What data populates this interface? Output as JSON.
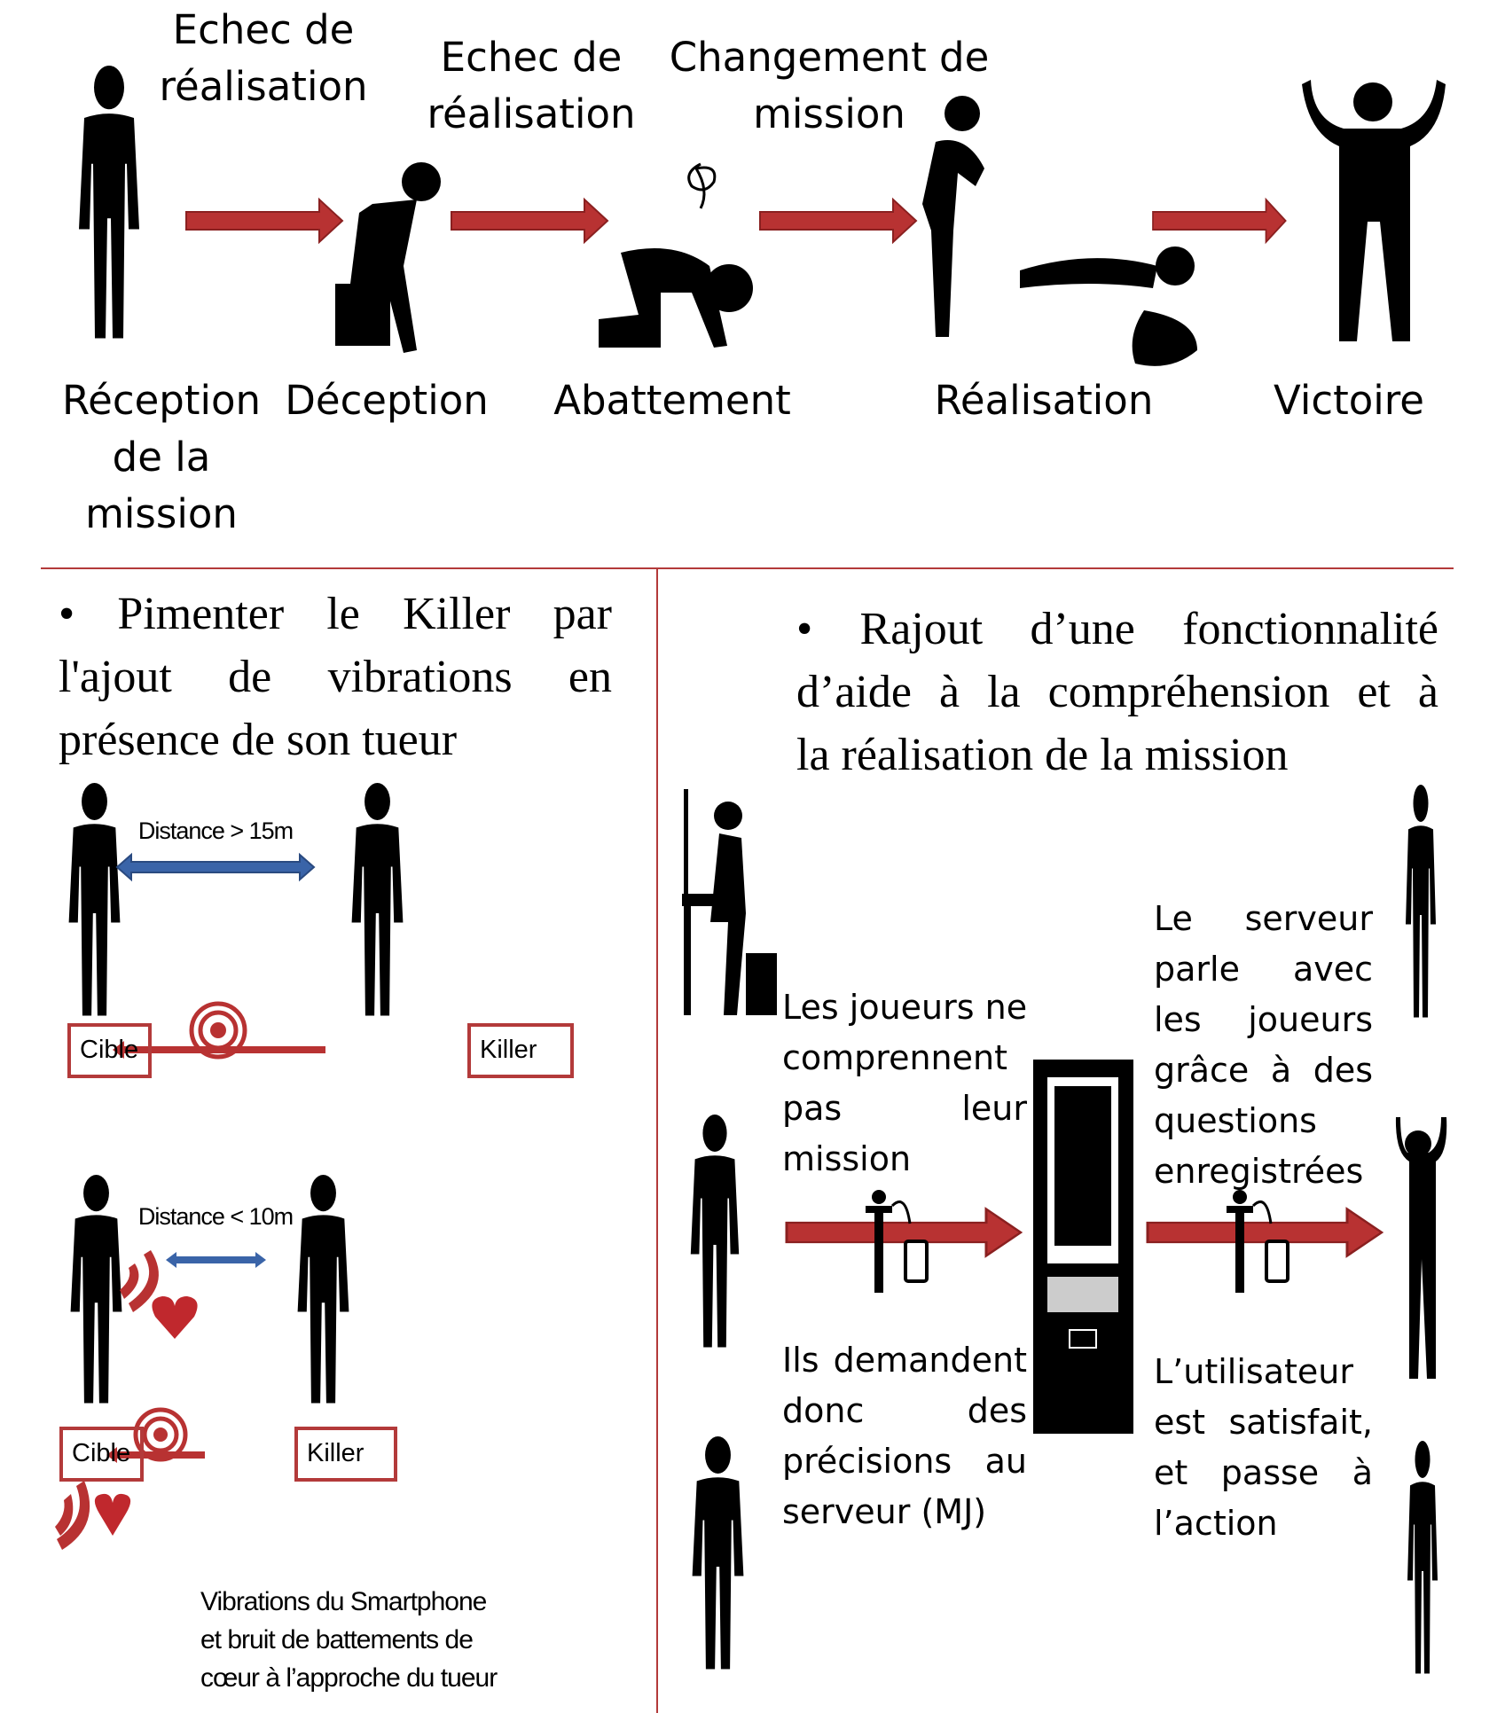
{
  "colors": {
    "arrow_red": "#b83232",
    "arrow_blue": "#3a64a8",
    "divider": "#b33a3a",
    "figure": "#000000"
  },
  "top": {
    "steps_above": [
      {
        "lines": [
          "Echec de",
          "réalisation"
        ]
      },
      {
        "lines": [
          "Echec de",
          "réalisation"
        ]
      },
      {
        "lines": [
          "Changement de",
          "mission"
        ]
      }
    ],
    "stages": [
      {
        "lines": [
          "Réception",
          "de la",
          "mission"
        ]
      },
      {
        "lines": [
          "Déception"
        ]
      },
      {
        "lines": [
          "Abattement"
        ]
      },
      {
        "lines": [
          "Réalisation"
        ]
      },
      {
        "lines": [
          "Victoire"
        ]
      }
    ]
  },
  "left": {
    "title_lines": [
      "• Pimenter le Killer par",
      "l'ajout de vibrations en",
      "présence de son tueur"
    ],
    "scene1": {
      "distance": "Distance > 15m",
      "target": "Cible",
      "killer": "Killer"
    },
    "scene2": {
      "distance": "Distance < 10m",
      "target": "Cible",
      "killer": "Killer"
    },
    "legend_lines": [
      "Vibrations du Smartphone",
      "et bruit de battements de",
      "cœur à l’approche du tueur"
    ]
  },
  "right": {
    "title_lines": [
      "• Rajout d’une fonctionnalité",
      "d’aide à la compréhension et à",
      "la réalisation de la mission"
    ],
    "block1": [
      "Les joueurs ne",
      "comprennent",
      "pas leur",
      "mission"
    ],
    "block2": [
      "Ils demandent",
      "donc des",
      "précisions au",
      "serveur (MJ)"
    ],
    "block3": [
      "Le serveur",
      "parle avec",
      "les joueurs",
      "grâce à des",
      "questions",
      "enregistrées"
    ],
    "block4": [
      "L’utilisateur",
      "est satisfait,",
      "et passe à",
      "l’action"
    ]
  }
}
